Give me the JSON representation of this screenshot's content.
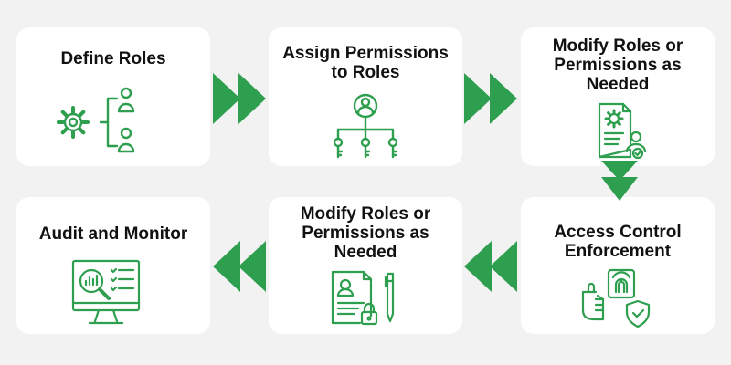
{
  "colors": {
    "background": "#f2f2f2",
    "card": "#ffffff",
    "accent": "#2e9e4f",
    "text": "#111111"
  },
  "steps": [
    {
      "title": "Define Roles",
      "icon": "gear-users-hierarchy-icon"
    },
    {
      "title": "Assign Permissions\nto Roles",
      "icon": "user-keys-hierarchy-icon"
    },
    {
      "title": "Modify Roles or\nPermissions as\nNeeded",
      "icon": "document-gear-user-icon"
    },
    {
      "title": "Access Control\nEnforcement",
      "icon": "fingerprint-scan-hand-shield-icon"
    },
    {
      "title": "Modify Roles or\nPermissions as\nNeeded",
      "icon": "document-lock-pen-icon"
    },
    {
      "title": "Audit and Monitor",
      "icon": "monitor-analytics-checklist-icon"
    }
  ]
}
